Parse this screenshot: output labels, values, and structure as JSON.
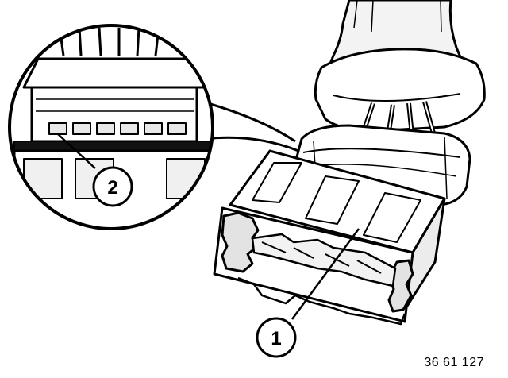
{
  "callouts": [
    {
      "label": "1"
    },
    {
      "label": "2"
    }
  ],
  "figure_id": "36 61 127",
  "colors": {
    "line": "#000000",
    "fill": "#ffffff",
    "shade": "#d9d9d9"
  }
}
